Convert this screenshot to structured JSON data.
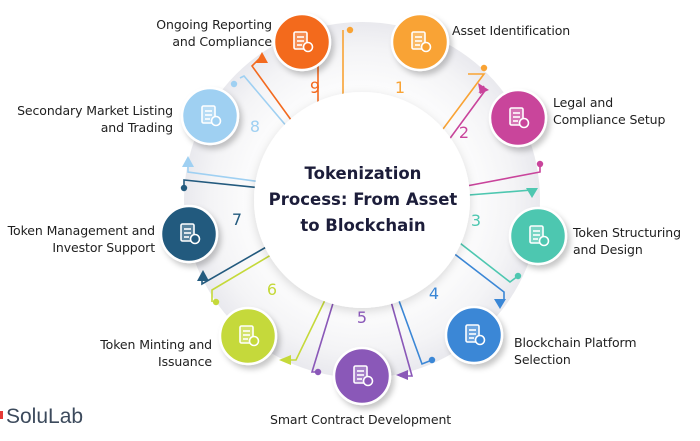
{
  "diagram": {
    "title": "Tokenization Process: From Asset to Blockchain",
    "title_lines": [
      "Tokenization",
      "Process: From Asset",
      "to Blockchain"
    ],
    "brand": "SoluLab",
    "steps": [
      {
        "number": "1",
        "label_lines": [
          "Asset Identification"
        ],
        "color": "#F9A334",
        "icon": "document-search-icon"
      },
      {
        "number": "2",
        "label_lines": [
          "Legal and",
          "Compliance Setup"
        ],
        "color": "#C9449B",
        "icon": "legal-gavel-icon"
      },
      {
        "number": "3",
        "label_lines": [
          "Token Structuring",
          "and Design"
        ],
        "color": "#4EC7B0",
        "icon": "blueprint-design-icon"
      },
      {
        "number": "4",
        "label_lines": [
          "Blockchain Platform",
          "Selection"
        ],
        "color": "#3B87D6",
        "icon": "selection-cursor-icon"
      },
      {
        "number": "5",
        "label_lines": [
          "Smart Contract Development"
        ],
        "color": "#8A58B8",
        "icon": "contract-gear-icon"
      },
      {
        "number": "6",
        "label_lines": [
          "Token Minting and",
          "Issuance"
        ],
        "color": "#C5D93A",
        "icon": "coin-stack-icon"
      },
      {
        "number": "7",
        "label_lines": [
          "Token Management and",
          "Investor Support"
        ],
        "color": "#235A7E",
        "icon": "hand-gear-coin-icon"
      },
      {
        "number": "8",
        "label_lines": [
          "Secondary Market Listing",
          "and Trading"
        ],
        "color": "#9FD0F2",
        "icon": "market-chart-icon"
      },
      {
        "number": "9",
        "label_lines": [
          "Ongoing Reporting",
          "and Compliance"
        ],
        "color": "#F36A1F",
        "icon": "report-shield-icon"
      }
    ]
  }
}
